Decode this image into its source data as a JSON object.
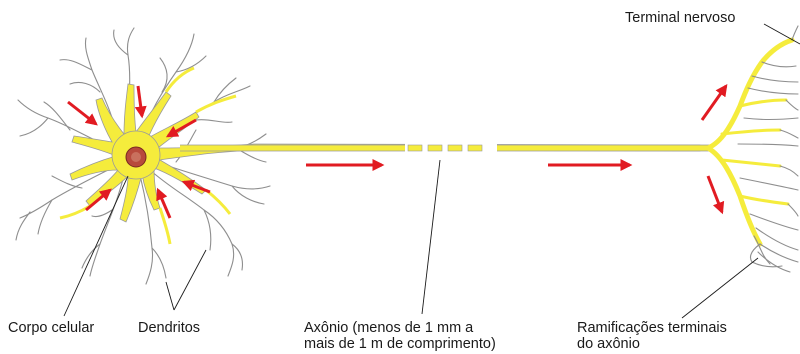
{
  "labels": {
    "terminal": "Terminal nervoso",
    "cell_body": "Corpo celular",
    "dendrites": "Dendritos",
    "axon_line1": "Axônio (menos de 1 mm a",
    "axon_line2": "mais de 1 m de comprimento)",
    "branches_line1": "Ramificações terminais",
    "branches_line2": "do axônio"
  },
  "colors": {
    "cytoplasm": "#f5ec3c",
    "outline": "#9a9a9a",
    "nucleus": "#b84a3c",
    "arrow": "#e11b22",
    "leader_line": "#1a1a1a"
  }
}
